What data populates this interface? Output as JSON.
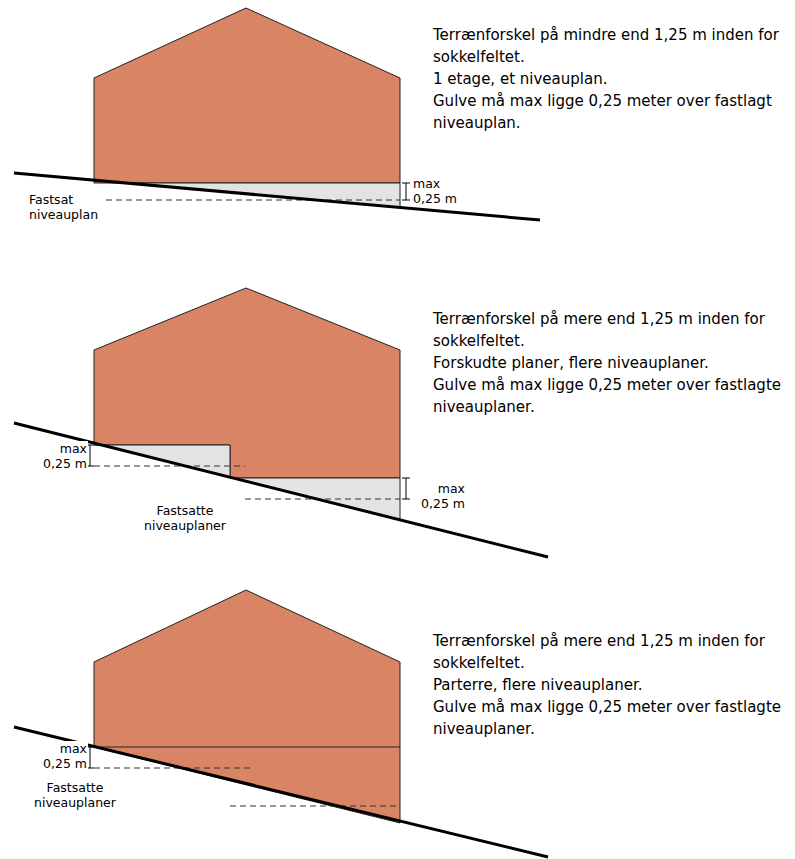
{
  "diagram": {
    "labels": [
      "Terrænforskel på mindre end 1,25 m inden for sokkelfeltet.",
      "1 etage, et niveauplan.",
      "Gulve må max ligge 0,25 meter over fastlagt niveauplan.",
      "max 0,25 m",
      "Fastsat niveauplan",
      "Terrænforskel på mere end 1,25 m inden for sokkelfeltet.",
      "Forskudte planer, flere niveauplaner.",
      "Gulve må max ligge 0,25 meter over fastlagte niveauplaner.",
      "max 0,25 m",
      "Fastsatte niveauplaner",
      "max 0,25 m",
      "Terrænforskel på mere end 1,25 m inden for sokkelfeltet.",
      "Parterre, flere niveauplaner.",
      "Gulve må max ligge 0,25 meter over fastlagte niveauplaner.",
      "max 0,25 m",
      "Fastsatte niveauplaner"
    ]
  }
}
